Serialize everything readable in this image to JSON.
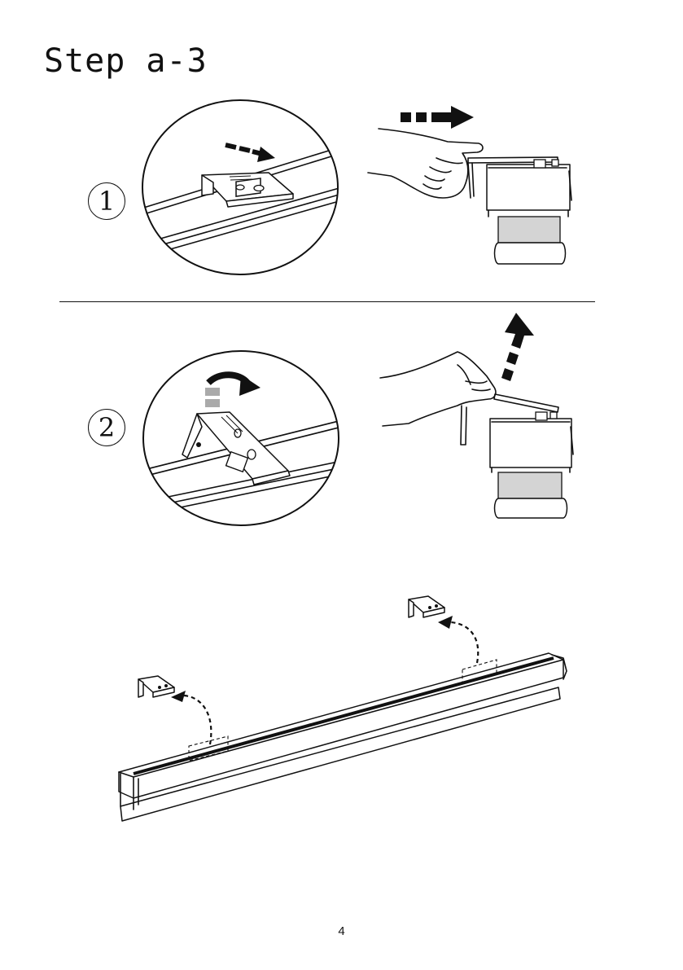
{
  "page": {
    "title": "Step a-3",
    "page_number": "4"
  },
  "steps": [
    {
      "number": "1"
    },
    {
      "number": "2"
    }
  ]
}
